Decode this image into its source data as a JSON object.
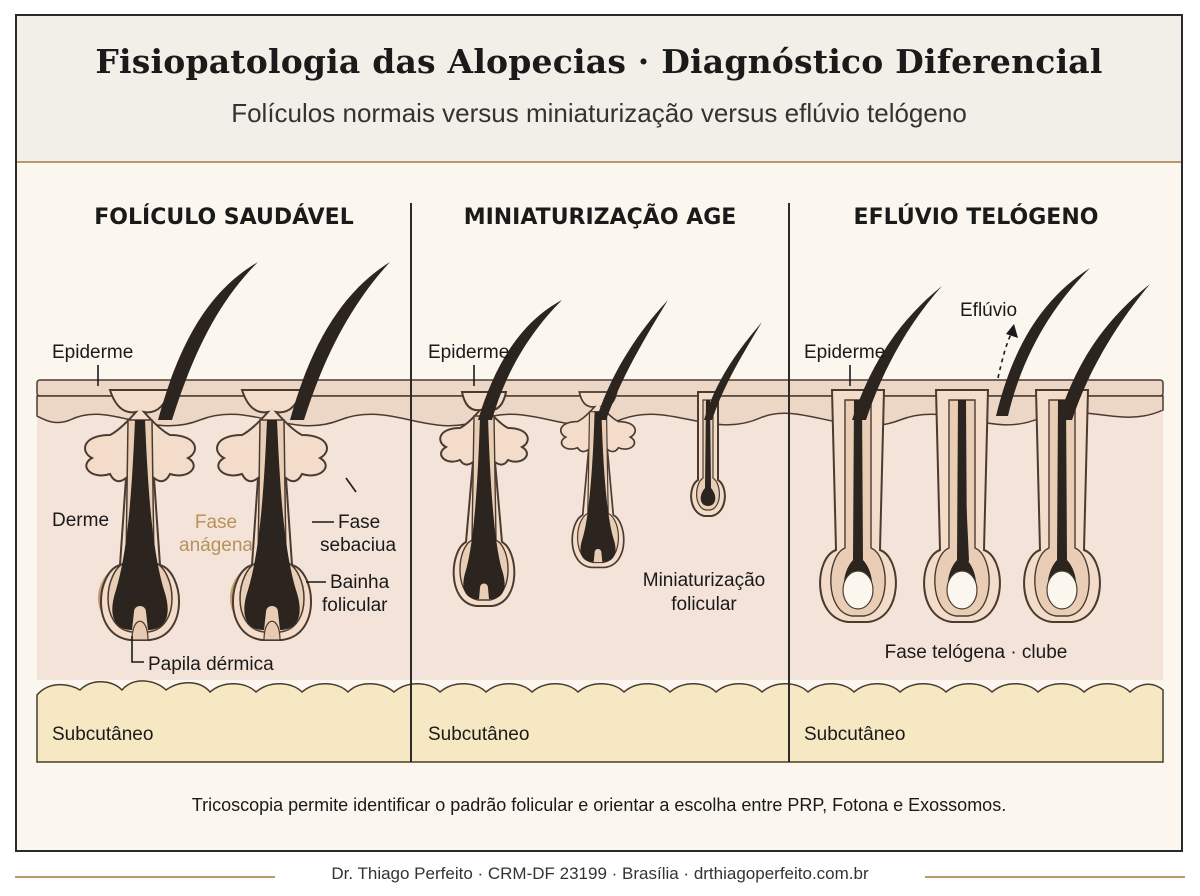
{
  "header": {
    "title": "Fisiopatologia das Alopecias · Diagnóstico Diferencial",
    "subtitle": "Folículos normais versus miniaturização versus eflúvio telógeno"
  },
  "panels": [
    {
      "heading": "FOLÍCULO SAUDÁVEL",
      "labels": {
        "epiderme": "Epiderme",
        "derme": "Derme",
        "fase_anagena": [
          "Fase",
          "anágena"
        ],
        "fase_sebacea": [
          "Fase",
          "sebaciua"
        ],
        "bainha": [
          "Bainha",
          "folicular"
        ],
        "papila": "Papila dérmica",
        "subcutaneo": "Subcutâneo"
      }
    },
    {
      "heading": "MINIATURIZAÇÃO AGE",
      "labels": {
        "epiderme": "Epiderme",
        "miniaturizacao": [
          "Miniaturização",
          "folicular"
        ],
        "subcutaneo": "Subcutâneo"
      }
    },
    {
      "heading": "EFLÚVIO TELÓGENO",
      "labels": {
        "epiderme": "Epiderme",
        "efluvio": "Eflúvio",
        "fase_telogena": "Fase telógena · clube",
        "subcutaneo": "Subcutâneo"
      }
    }
  ],
  "caption": "Tricoscopia permite identificar o padrão folicular e orientar a escolha entre PRP, Fotona e Exossomos.",
  "footer": "Dr. Thiago Perfeito · CRM-DF 23199 · Brasília · drthiagoperfeito.com.br",
  "colors": {
    "skin_epidermis": "#ecd7c6",
    "skin_dermis": "#f4e3d9",
    "subcutis": "#f6e8c2",
    "hair": "#2b241f",
    "anagen_accent": "#b8925c",
    "gold_rule": "#b89a6a"
  }
}
